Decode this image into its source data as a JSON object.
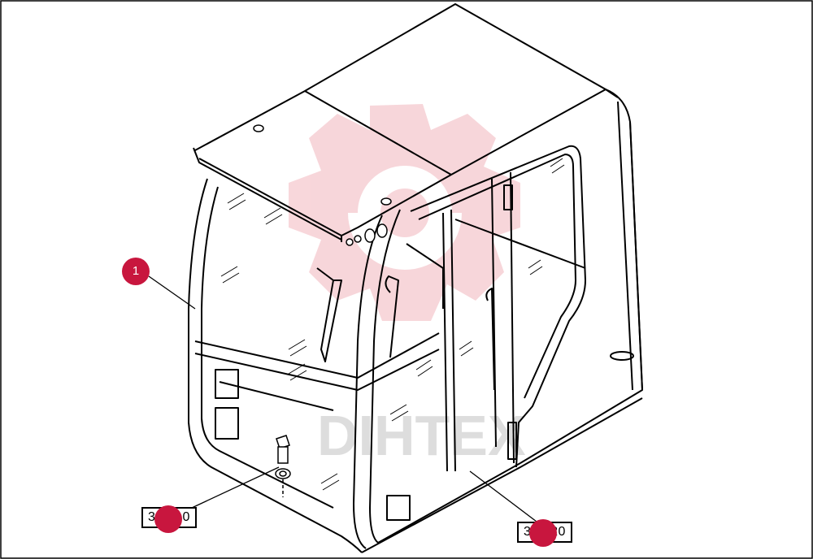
{
  "watermark_text": "DIHTEX",
  "colors": {
    "callout": "#c8163e",
    "watermark": "#f2b6bd",
    "line": "#000000"
  },
  "callouts": [
    {
      "label": "1"
    },
    {
      "label": ""
    },
    {
      "label": ""
    }
  ],
  "part_refs": [
    {
      "number": "34.010"
    },
    {
      "number": "34.220"
    }
  ]
}
